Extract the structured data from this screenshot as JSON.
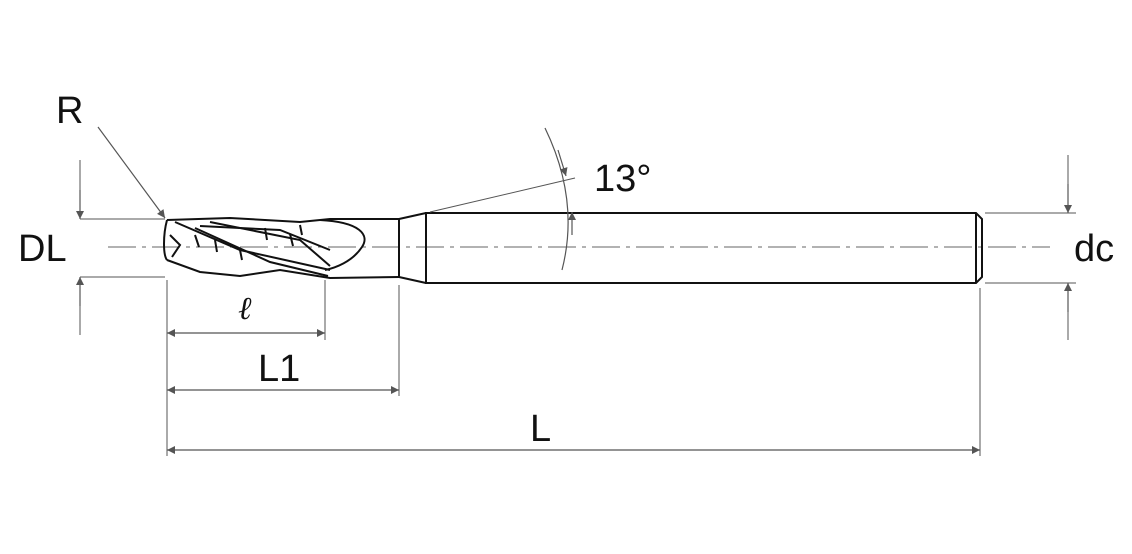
{
  "labels": {
    "radius": "R",
    "neck_diameter": "DL",
    "flute_length": "ℓ",
    "neck_length": "L1",
    "overall_length": "L",
    "taper_angle": "13°",
    "shank_diameter": "dc"
  },
  "colors": {
    "line": "#111111",
    "dim": "#555555"
  }
}
